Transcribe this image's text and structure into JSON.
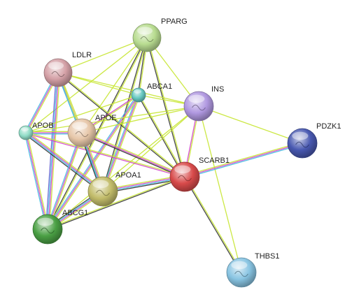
{
  "nodes": [
    {
      "id": "PPARG",
      "label": "PPARG",
      "color": "#b8dc90"
    },
    {
      "id": "LDLR",
      "label": "LDLR",
      "color": "#d4a0a6"
    },
    {
      "id": "ABCA1",
      "label": "ABCA1",
      "color": "#66c8c0"
    },
    {
      "id": "INS",
      "label": "INS",
      "color": "#b098e0"
    },
    {
      "id": "APOB",
      "label": "APOB",
      "color": "#90dcc6"
    },
    {
      "id": "APOE",
      "label": "APOE",
      "color": "#e6c6a8"
    },
    {
      "id": "PDZK1",
      "label": "PDZK1",
      "color": "#4858b0"
    },
    {
      "id": "SCARB1",
      "label": "SCARB1",
      "color": "#d84a4a"
    },
    {
      "id": "APOA1",
      "label": "APOA1",
      "color": "#c2bc6a"
    },
    {
      "id": "ABCG1",
      "label": "ABCG1",
      "color": "#4aa044"
    },
    {
      "id": "THBS1",
      "label": "THBS1",
      "color": "#88c4e2"
    }
  ],
  "edge_colors": {
    "textmining": "#c6e630",
    "coexpression": "#333333",
    "experiments": "#d040c8",
    "databases": "#40b8e0",
    "homology": "#6060d0"
  },
  "edges": [
    {
      "from": "PPARG",
      "to": "LDLR",
      "types": [
        "textmining"
      ]
    },
    {
      "from": "PPARG",
      "to": "ABCA1",
      "types": [
        "textmining",
        "coexpression"
      ]
    },
    {
      "from": "PPARG",
      "to": "INS",
      "types": [
        "textmining"
      ]
    },
    {
      "from": "PPARG",
      "to": "APOB",
      "types": [
        "textmining"
      ]
    },
    {
      "from": "PPARG",
      "to": "APOE",
      "types": [
        "textmining"
      ]
    },
    {
      "from": "PPARG",
      "to": "SCARB1",
      "types": [
        "textmining",
        "coexpression"
      ]
    },
    {
      "from": "PPARG",
      "to": "APOA1",
      "types": [
        "textmining",
        "coexpression"
      ]
    },
    {
      "from": "PPARG",
      "to": "ABCG1",
      "types": [
        "textmining",
        "coexpression"
      ]
    },
    {
      "from": "LDLR",
      "to": "ABCA1",
      "types": [
        "textmining"
      ]
    },
    {
      "from": "LDLR",
      "to": "INS",
      "types": [
        "textmining"
      ]
    },
    {
      "from": "LDLR",
      "to": "APOB",
      "types": [
        "textmining",
        "experiments",
        "databases"
      ]
    },
    {
      "from": "LDLR",
      "to": "APOE",
      "types": [
        "textmining",
        "experiments",
        "databases"
      ]
    },
    {
      "from": "LDLR",
      "to": "SCARB1",
      "types": [
        "textmining",
        "coexpression"
      ]
    },
    {
      "from": "LDLR",
      "to": "APOA1",
      "types": [
        "textmining",
        "databases"
      ]
    },
    {
      "from": "LDLR",
      "to": "ABCG1",
      "types": [
        "textmining",
        "experiments",
        "databases",
        "homology"
      ]
    },
    {
      "from": "ABCA1",
      "to": "INS",
      "types": [
        "textmining"
      ]
    },
    {
      "from": "ABCA1",
      "to": "APOB",
      "types": [
        "textmining"
      ]
    },
    {
      "from": "ABCA1",
      "to": "APOE",
      "types": [
        "textmining",
        "experiments"
      ]
    },
    {
      "from": "ABCA1",
      "to": "SCARB1",
      "types": [
        "textmining",
        "coexpression"
      ]
    },
    {
      "from": "ABCA1",
      "to": "APOA1",
      "types": [
        "textmining",
        "experiments",
        "databases"
      ]
    },
    {
      "from": "ABCA1",
      "to": "ABCG1",
      "types": [
        "textmining",
        "experiments",
        "databases"
      ]
    },
    {
      "from": "INS",
      "to": "APOB",
      "types": [
        "textmining"
      ]
    },
    {
      "from": "INS",
      "to": "APOE",
      "types": [
        "textmining"
      ]
    },
    {
      "from": "INS",
      "to": "SCARB1",
      "types": [
        "textmining",
        "experiments"
      ]
    },
    {
      "from": "INS",
      "to": "APOA1",
      "types": [
        "textmining"
      ]
    },
    {
      "from": "INS",
      "to": "ABCG1",
      "types": [
        "textmining"
      ]
    },
    {
      "from": "INS",
      "to": "PDZK1",
      "types": [
        "textmining"
      ]
    },
    {
      "from": "INS",
      "to": "THBS1",
      "types": [
        "textmining"
      ]
    },
    {
      "from": "APOB",
      "to": "APOE",
      "types": [
        "textmining",
        "experiments",
        "databases"
      ]
    },
    {
      "from": "APOB",
      "to": "SCARB1",
      "types": [
        "textmining",
        "experiments"
      ]
    },
    {
      "from": "APOB",
      "to": "APOA1",
      "types": [
        "textmining",
        "experiments",
        "databases",
        "coexpression"
      ]
    },
    {
      "from": "APOB",
      "to": "ABCG1",
      "types": [
        "textmining",
        "experiments",
        "databases"
      ]
    },
    {
      "from": "APOE",
      "to": "SCARB1",
      "types": [
        "textmining",
        "experiments",
        "coexpression"
      ]
    },
    {
      "from": "APOE",
      "to": "APOA1",
      "types": [
        "textmining",
        "experiments",
        "databases",
        "coexpression"
      ]
    },
    {
      "from": "APOE",
      "to": "ABCG1",
      "types": [
        "textmining",
        "experiments",
        "databases"
      ]
    },
    {
      "from": "APOA1",
      "to": "SCARB1",
      "types": [
        "textmining",
        "experiments",
        "databases",
        "coexpression"
      ]
    },
    {
      "from": "APOA1",
      "to": "ABCG1",
      "types": [
        "textmining",
        "experiments",
        "databases",
        "coexpression"
      ]
    },
    {
      "from": "ABCG1",
      "to": "SCARB1",
      "types": [
        "textmining",
        "coexpression"
      ]
    },
    {
      "from": "SCARB1",
      "to": "PDZK1",
      "types": [
        "textmining",
        "experiments",
        "databases"
      ]
    },
    {
      "from": "SCARB1",
      "to": "THBS1",
      "types": [
        "textmining",
        "coexpression"
      ]
    }
  ]
}
